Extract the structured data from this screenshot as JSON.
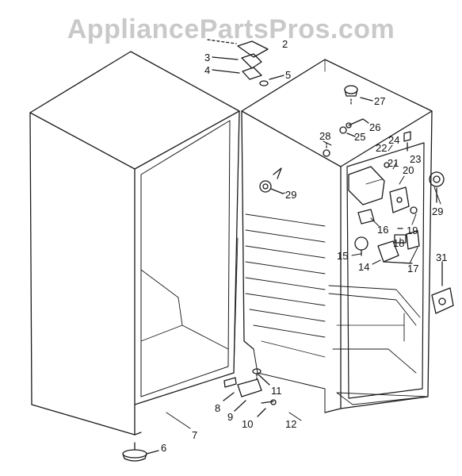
{
  "watermark": "AppliancePartsPros.com",
  "callouts": {
    "c2": "2",
    "c3": "3",
    "c4": "4",
    "c5": "5",
    "c6": "6",
    "c7": "7",
    "c8": "8",
    "c9": "9",
    "c10": "10",
    "c11": "11",
    "c12": "12",
    "c14": "14",
    "c15": "15",
    "c16": "16",
    "c17": "17",
    "c18": "18",
    "c19": "19",
    "c20": "20",
    "c21": "21",
    "c22": "22",
    "c23": "23",
    "c24": "24",
    "c25": "25",
    "c26": "26",
    "c27": "27",
    "c28": "28",
    "c29a": "29",
    "c29b": "29",
    "c31": "31"
  },
  "colors": {
    "line": "#1a1a1a",
    "watermark": "#c9c9c9"
  }
}
